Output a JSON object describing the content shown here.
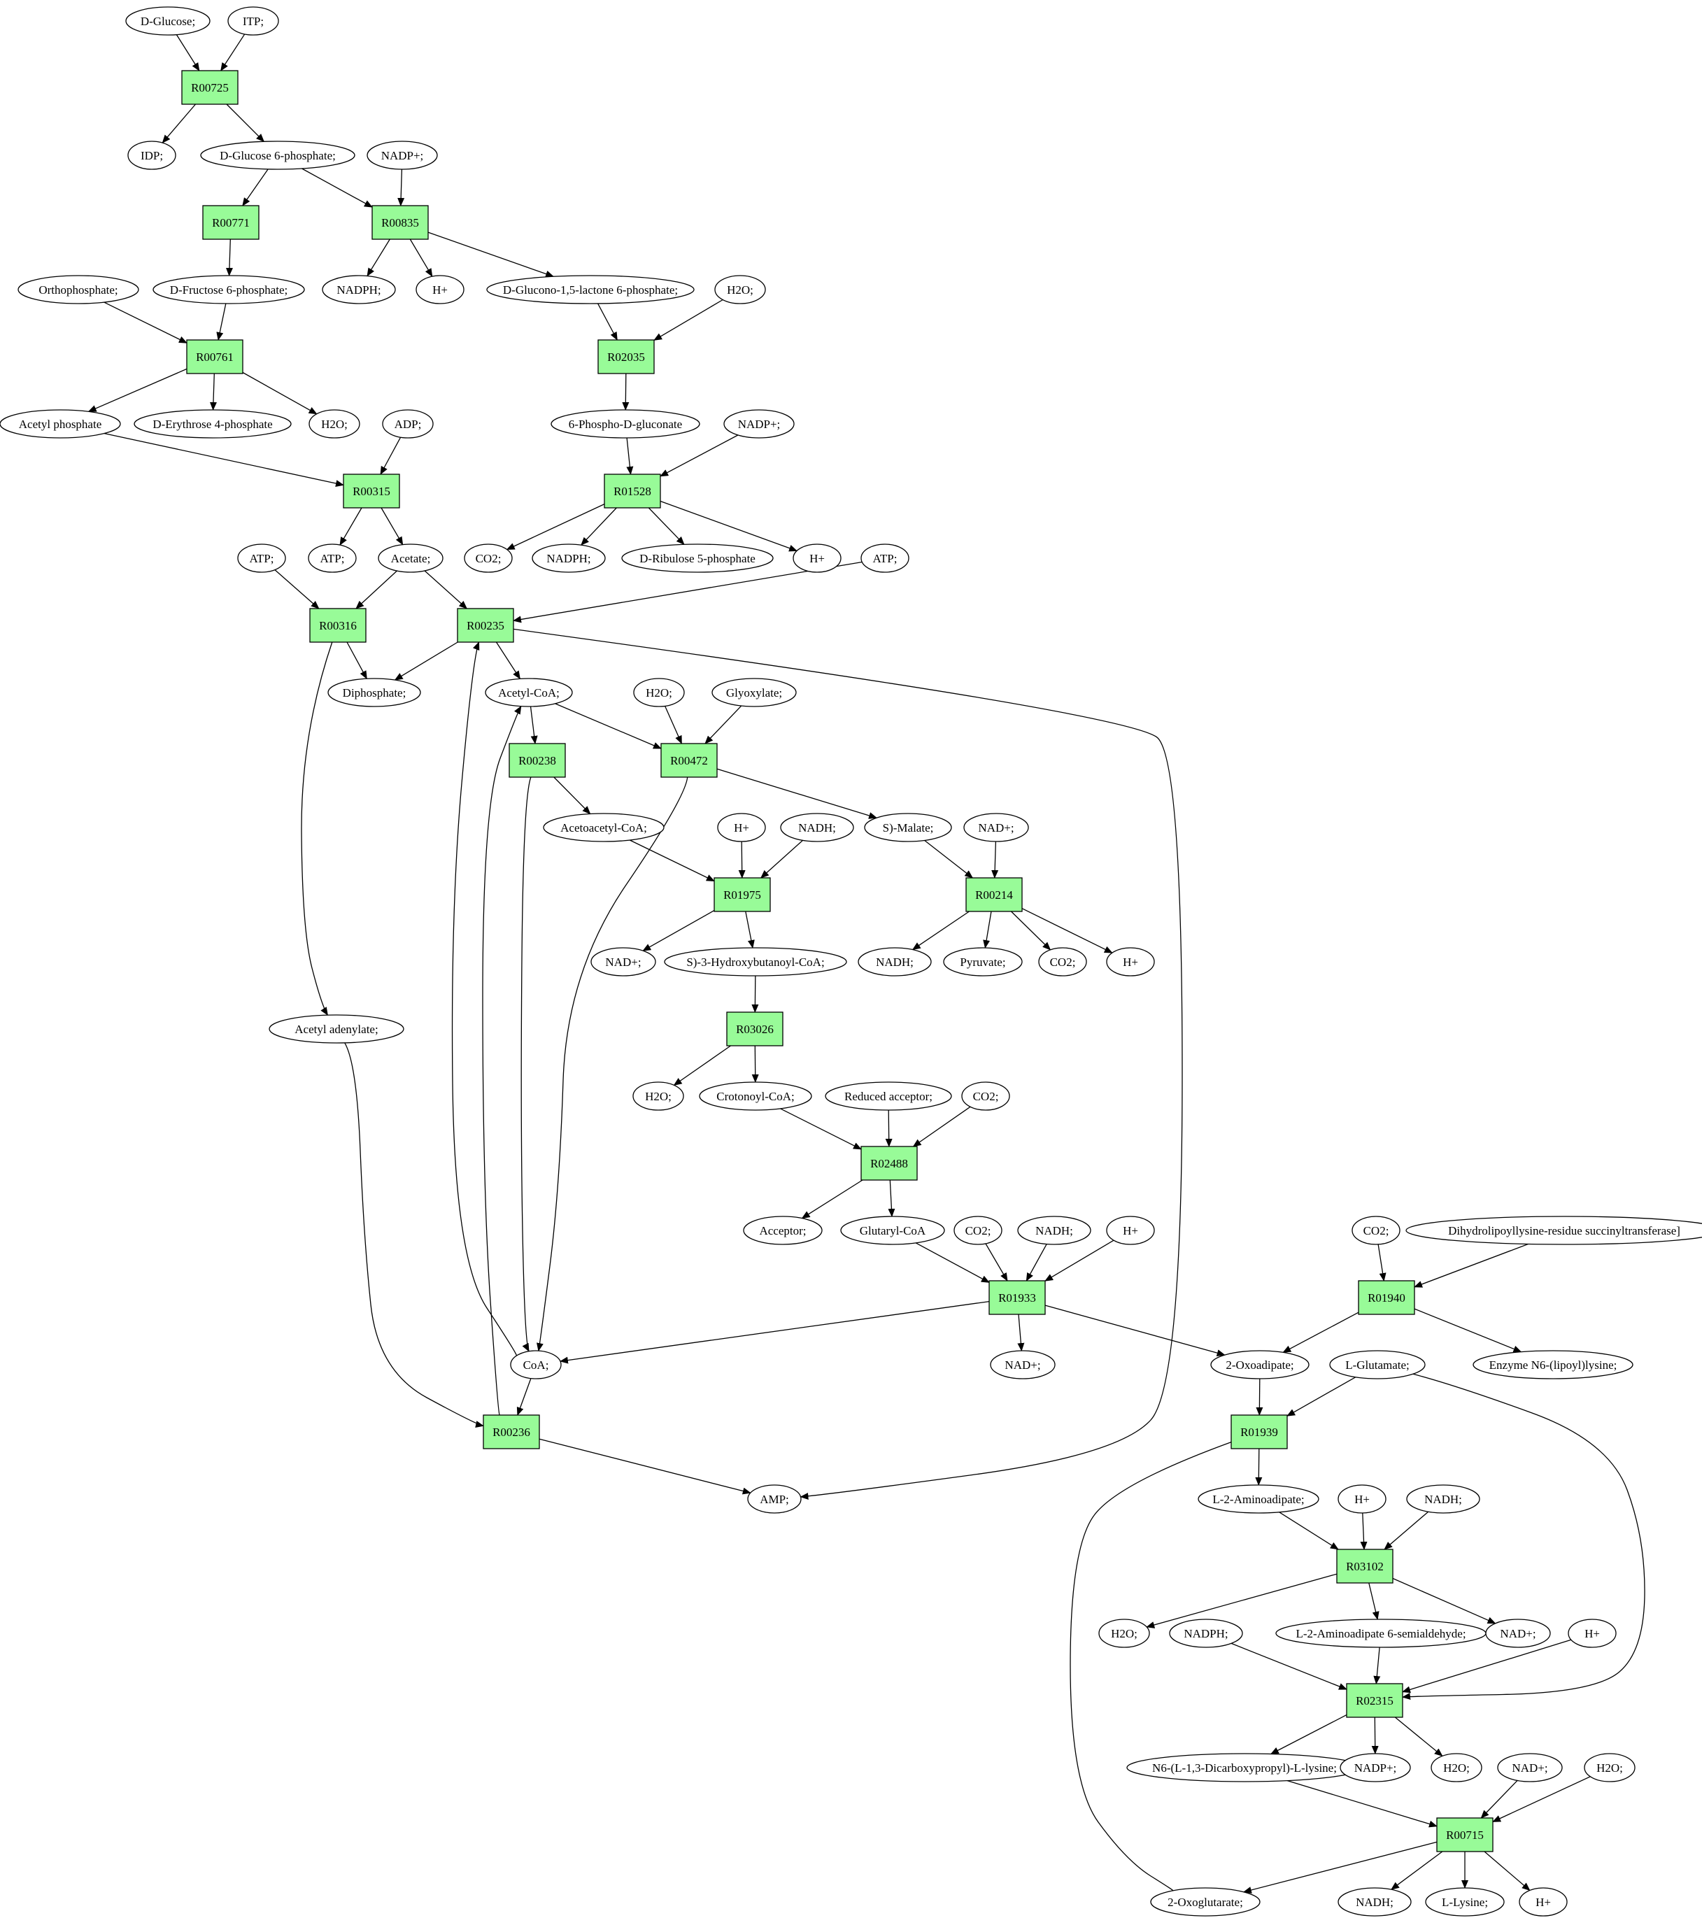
{
  "colors": {
    "reaction": "#98fb98",
    "start": "#00ff00",
    "end": "#ffff00",
    "compound": "#ffffff",
    "stroke": "#000000"
  },
  "nodes": [
    {
      "id": "dglucose",
      "label": "D-Glucose;",
      "kind": "start"
    },
    {
      "id": "itp",
      "label": "ITP;"
    },
    {
      "id": "R00725",
      "label": "R00725",
      "kind": "reaction"
    },
    {
      "id": "idp",
      "label": "IDP;"
    },
    {
      "id": "g6p",
      "label": "D-Glucose 6-phosphate;"
    },
    {
      "id": "nadp1",
      "label": "NADP+;"
    },
    {
      "id": "R00771",
      "label": "R00771",
      "kind": "reaction"
    },
    {
      "id": "R00835",
      "label": "R00835",
      "kind": "reaction"
    },
    {
      "id": "ortho",
      "label": "Orthophosphate;"
    },
    {
      "id": "f6p",
      "label": "D-Fructose 6-phosphate;"
    },
    {
      "id": "nadph1",
      "label": "NADPH;"
    },
    {
      "id": "hplus1",
      "label": "H+"
    },
    {
      "id": "glucono",
      "label": "D-Glucono-1,5-lactone 6-phosphate;"
    },
    {
      "id": "h2o1",
      "label": "H2O;"
    },
    {
      "id": "R00761",
      "label": "R00761",
      "kind": "reaction"
    },
    {
      "id": "R02035",
      "label": "R02035",
      "kind": "reaction"
    },
    {
      "id": "acetylp",
      "label": "Acetyl phosphate"
    },
    {
      "id": "e4p",
      "label": "D-Erythrose 4-phosphate"
    },
    {
      "id": "h2o2",
      "label": "H2O;"
    },
    {
      "id": "adp",
      "label": "ADP;"
    },
    {
      "id": "pgluconate",
      "label": "6-Phospho-D-gluconate"
    },
    {
      "id": "nadp2",
      "label": "NADP+;"
    },
    {
      "id": "R00315",
      "label": "R00315",
      "kind": "reaction"
    },
    {
      "id": "R01528",
      "label": "R01528",
      "kind": "reaction"
    },
    {
      "id": "atp1",
      "label": "ATP;"
    },
    {
      "id": "atp2",
      "label": "ATP;"
    },
    {
      "id": "acetate",
      "label": "Acetate;"
    },
    {
      "id": "co2a",
      "label": "CO2;"
    },
    {
      "id": "nadph2",
      "label": "NADPH;"
    },
    {
      "id": "ribulose",
      "label": "D-Ribulose 5-phosphate"
    },
    {
      "id": "hplus2",
      "label": "H+"
    },
    {
      "id": "atp3",
      "label": "ATP;"
    },
    {
      "id": "R00316",
      "label": "R00316",
      "kind": "reaction"
    },
    {
      "id": "R00235",
      "label": "R00235",
      "kind": "reaction"
    },
    {
      "id": "diphosphate",
      "label": "Diphosphate;"
    },
    {
      "id": "acetylcoa",
      "label": "Acetyl-CoA;"
    },
    {
      "id": "h2o3",
      "label": "H2O;"
    },
    {
      "id": "glyoxylate",
      "label": "Glyoxylate;"
    },
    {
      "id": "R00238",
      "label": "R00238",
      "kind": "reaction"
    },
    {
      "id": "R00472",
      "label": "R00472",
      "kind": "reaction"
    },
    {
      "id": "acetoacetyl",
      "label": "Acetoacetyl-CoA;"
    },
    {
      "id": "hplus3",
      "label": "H+"
    },
    {
      "id": "nadh1",
      "label": "NADH;"
    },
    {
      "id": "smalate",
      "label": "S)-Malate;"
    },
    {
      "id": "nadplus1",
      "label": "NAD+;"
    },
    {
      "id": "R01975",
      "label": "R01975",
      "kind": "reaction"
    },
    {
      "id": "R00214",
      "label": "R00214",
      "kind": "reaction"
    },
    {
      "id": "nadplus2",
      "label": "NAD+;"
    },
    {
      "id": "hydroxybut",
      "label": "S)-3-Hydroxybutanoyl-CoA;"
    },
    {
      "id": "nadh2",
      "label": "NADH;"
    },
    {
      "id": "pyruvate",
      "label": "Pyruvate;"
    },
    {
      "id": "co2b",
      "label": "CO2;"
    },
    {
      "id": "hplus4",
      "label": "H+"
    },
    {
      "id": "acetyladenylate",
      "label": "Acetyl adenylate;"
    },
    {
      "id": "R03026",
      "label": "R03026",
      "kind": "reaction"
    },
    {
      "id": "h2o4",
      "label": "H2O;"
    },
    {
      "id": "crotonoyl",
      "label": "Crotonoyl-CoA;"
    },
    {
      "id": "redacceptor",
      "label": "Reduced acceptor;"
    },
    {
      "id": "co2c",
      "label": "CO2;"
    },
    {
      "id": "R02488",
      "label": "R02488",
      "kind": "reaction"
    },
    {
      "id": "acceptor",
      "label": "Acceptor;"
    },
    {
      "id": "glutaryl",
      "label": "Glutaryl-CoA"
    },
    {
      "id": "co2d",
      "label": "CO2;"
    },
    {
      "id": "nadh3",
      "label": "NADH;"
    },
    {
      "id": "hplus5",
      "label": "H+"
    },
    {
      "id": "co2e",
      "label": "CO2;"
    },
    {
      "id": "dihydro",
      "label": "Dihydrolipoyllysine-residue succinyltransferase]"
    },
    {
      "id": "R01933",
      "label": "R01933",
      "kind": "reaction"
    },
    {
      "id": "R01940",
      "label": "R01940",
      "kind": "reaction"
    },
    {
      "id": "coa",
      "label": "CoA;"
    },
    {
      "id": "nadplus3",
      "label": "NAD+;"
    },
    {
      "id": "oxoadipate",
      "label": "2-Oxoadipate;"
    },
    {
      "id": "lglutamate",
      "label": "L-Glutamate;"
    },
    {
      "id": "enzyme",
      "label": "Enzyme N6-(lipoyl)lysine;"
    },
    {
      "id": "R00236",
      "label": "R00236",
      "kind": "reaction"
    },
    {
      "id": "R01939",
      "label": "R01939",
      "kind": "reaction"
    },
    {
      "id": "amp",
      "label": "AMP;"
    },
    {
      "id": "aminoadipate",
      "label": "L-2-Aminoadipate;"
    },
    {
      "id": "hplus6",
      "label": "H+"
    },
    {
      "id": "nadh4",
      "label": "NADH;"
    },
    {
      "id": "R03102",
      "label": "R03102",
      "kind": "reaction"
    },
    {
      "id": "h2o5",
      "label": "H2O;"
    },
    {
      "id": "nadph3",
      "label": "NADPH;"
    },
    {
      "id": "semialdehyde",
      "label": "L-2-Aminoadipate 6-semialdehyde;"
    },
    {
      "id": "nadplus4",
      "label": "NAD+;"
    },
    {
      "id": "hplus7",
      "label": "H+"
    },
    {
      "id": "R02315",
      "label": "R02315",
      "kind": "reaction"
    },
    {
      "id": "n6lysine",
      "label": "N6-(L-1,3-Dicarboxypropyl)-L-lysine;"
    },
    {
      "id": "nadp3",
      "label": "NADP+;"
    },
    {
      "id": "h2o6",
      "label": "H2O;"
    },
    {
      "id": "nadplus5",
      "label": "NAD+;"
    },
    {
      "id": "h2o7",
      "label": "H2O;"
    },
    {
      "id": "R00715",
      "label": "R00715",
      "kind": "reaction"
    },
    {
      "id": "oxoglutarate",
      "label": "2-Oxoglutarate;"
    },
    {
      "id": "nadh5",
      "label": "NADH;"
    },
    {
      "id": "llysine",
      "label": "L-Lysine;",
      "kind": "end"
    },
    {
      "id": "hplus8",
      "label": "H+"
    }
  ],
  "edges": [
    [
      "dglucose",
      "R00725"
    ],
    [
      "itp",
      "R00725"
    ],
    [
      "R00725",
      "idp"
    ],
    [
      "R00725",
      "g6p"
    ],
    [
      "g6p",
      "R00771"
    ],
    [
      "g6p",
      "R00835"
    ],
    [
      "nadp1",
      "R00835"
    ],
    [
      "R00771",
      "f6p"
    ],
    [
      "R00835",
      "nadph1"
    ],
    [
      "R00835",
      "hplus1"
    ],
    [
      "R00835",
      "glucono"
    ],
    [
      "ortho",
      "R00761"
    ],
    [
      "f6p",
      "R00761"
    ],
    [
      "glucono",
      "R02035"
    ],
    [
      "h2o1",
      "R02035"
    ],
    [
      "R00761",
      "acetylp"
    ],
    [
      "R00761",
      "e4p"
    ],
    [
      "R00761",
      "h2o2"
    ],
    [
      "R02035",
      "pgluconate"
    ],
    [
      "acetylp",
      "R00315"
    ],
    [
      "adp",
      "R00315"
    ],
    [
      "pgluconate",
      "R01528"
    ],
    [
      "nadp2",
      "R01528"
    ],
    [
      "R00315",
      "atp2"
    ],
    [
      "R00315",
      "acetate"
    ],
    [
      "R01528",
      "co2a"
    ],
    [
      "R01528",
      "nadph2"
    ],
    [
      "R01528",
      "ribulose"
    ],
    [
      "R01528",
      "hplus2"
    ],
    [
      "atp1",
      "R00316"
    ],
    [
      "acetate",
      "R00316"
    ],
    [
      "acetate",
      "R00235"
    ],
    [
      "atp3",
      "R00235"
    ],
    [
      "R00316",
      "diphosphate"
    ],
    [
      "R00235",
      "diphosphate"
    ],
    [
      "R00235",
      "acetylcoa"
    ],
    [
      "R00316",
      "acetyladenylate"
    ],
    [
      "R00235",
      "amp"
    ],
    [
      "acetylcoa",
      "R00238"
    ],
    [
      "acetylcoa",
      "R00472"
    ],
    [
      "h2o3",
      "R00472"
    ],
    [
      "glyoxylate",
      "R00472"
    ],
    [
      "R00238",
      "acetoacetyl"
    ],
    [
      "R00238",
      "coa"
    ],
    [
      "R00472",
      "smalate"
    ],
    [
      "R00472",
      "coa"
    ],
    [
      "acetoacetyl",
      "R01975"
    ],
    [
      "hplus3",
      "R01975"
    ],
    [
      "nadh1",
      "R01975"
    ],
    [
      "smalate",
      "R00214"
    ],
    [
      "nadplus1",
      "R00214"
    ],
    [
      "R01975",
      "nadplus2"
    ],
    [
      "R01975",
      "hydroxybut"
    ],
    [
      "R00214",
      "nadh2"
    ],
    [
      "R00214",
      "pyruvate"
    ],
    [
      "R00214",
      "co2b"
    ],
    [
      "R00214",
      "hplus4"
    ],
    [
      "hydroxybut",
      "R03026"
    ],
    [
      "R03026",
      "h2o4"
    ],
    [
      "R03026",
      "crotonoyl"
    ],
    [
      "crotonoyl",
      "R02488"
    ],
    [
      "redacceptor",
      "R02488"
    ],
    [
      "co2c",
      "R02488"
    ],
    [
      "R02488",
      "acceptor"
    ],
    [
      "R02488",
      "glutaryl"
    ],
    [
      "glutaryl",
      "R01933"
    ],
    [
      "co2d",
      "R01933"
    ],
    [
      "nadh3",
      "R01933"
    ],
    [
      "hplus5",
      "R01933"
    ],
    [
      "R01933",
      "coa"
    ],
    [
      "R01933",
      "nadplus3"
    ],
    [
      "R01933",
      "oxoadipate"
    ],
    [
      "co2e",
      "R01940"
    ],
    [
      "dihydro",
      "R01940"
    ],
    [
      "R01940",
      "oxoadipate"
    ],
    [
      "R01940",
      "enzyme"
    ],
    [
      "coa",
      "R00235"
    ],
    [
      "coa",
      "R00236"
    ],
    [
      "acetyladenylate",
      "R00236"
    ],
    [
      "R00236",
      "acetylcoa"
    ],
    [
      "R00236",
      "amp"
    ],
    [
      "oxoadipate",
      "R01939"
    ],
    [
      "lglutamate",
      "R01939"
    ],
    [
      "lglutamate",
      "R02315"
    ],
    [
      "R01939",
      "aminoadipate"
    ],
    [
      "R01939",
      "oxoglutarate"
    ],
    [
      "aminoadipate",
      "R03102"
    ],
    [
      "hplus6",
      "R03102"
    ],
    [
      "nadh4",
      "R03102"
    ],
    [
      "R03102",
      "h2o5"
    ],
    [
      "R03102",
      "semialdehyde"
    ],
    [
      "R03102",
      "nadplus4"
    ],
    [
      "nadph3",
      "R02315"
    ],
    [
      "semialdehyde",
      "R02315"
    ],
    [
      "hplus7",
      "R02315"
    ],
    [
      "R02315",
      "n6lysine"
    ],
    [
      "R02315",
      "nadp3"
    ],
    [
      "R02315",
      "h2o6"
    ],
    [
      "n6lysine",
      "R00715"
    ],
    [
      "nadplus5",
      "R00715"
    ],
    [
      "h2o7",
      "R00715"
    ],
    [
      "R00715",
      "oxoglutarate"
    ],
    [
      "R00715",
      "nadh5"
    ],
    [
      "R00715",
      "llysine"
    ],
    [
      "R00715",
      "hplus8"
    ]
  ]
}
